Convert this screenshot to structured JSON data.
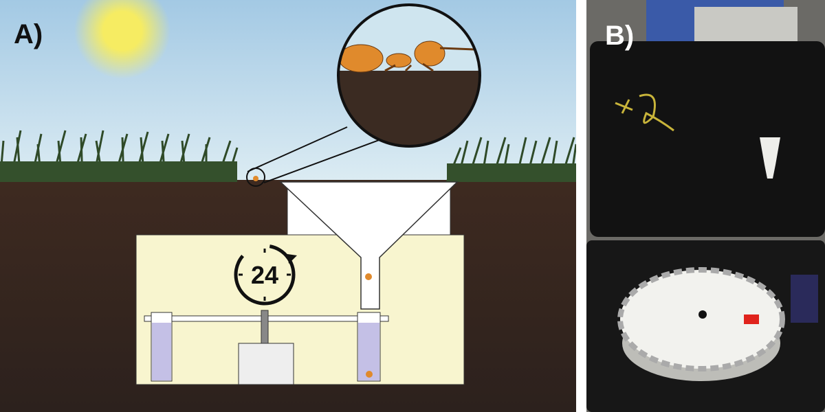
{
  "panel_a": {
    "label": "A)",
    "timer_text": "24",
    "colors": {
      "sky_top": "#a9cde6",
      "sky_bottom": "#d8eaf2",
      "soil": "#3a2a22",
      "grass": "#2f4a28",
      "trap": "#f8f5cf",
      "tube_fill": "#c4c0e6",
      "ant": "#e08a2c",
      "sun": "#f6ee7a"
    }
  },
  "panel_b": {
    "label": "B)",
    "lid_marking": "#2",
    "colors": {
      "case": "#111111",
      "turntable": "#f2f2ee",
      "red_tag": "#e0231c"
    }
  }
}
